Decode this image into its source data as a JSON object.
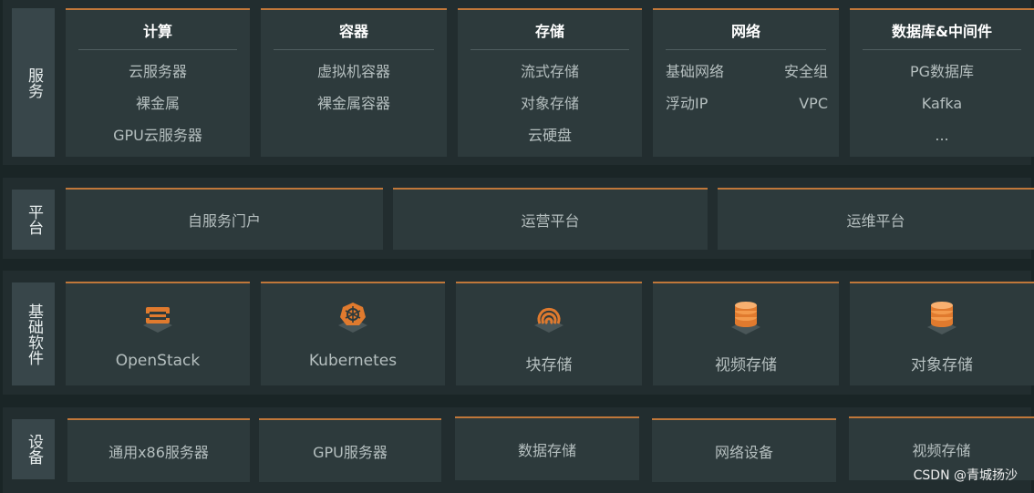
{
  "services": {
    "label": "服务",
    "columns": [
      {
        "title": "计算",
        "items": [
          "云服务器",
          "裸金属",
          "GPU云服务器"
        ]
      },
      {
        "title": "容器",
        "items": [
          "虚拟机容器",
          "裸金属容器"
        ]
      },
      {
        "title": "存储",
        "items": [
          "流式存储",
          "对象存储",
          "云硬盘"
        ]
      },
      {
        "title": "网络",
        "items": [
          "基础网络",
          "安全组",
          "浮动IP",
          "VPC"
        ]
      },
      {
        "title": "数据库&中间件",
        "items": [
          "PG数据库",
          "Kafka",
          "..."
        ]
      }
    ]
  },
  "platform": {
    "label": "平台",
    "items": [
      "自服务门户",
      "运营平台",
      "运维平台"
    ]
  },
  "software": {
    "label": "基础软件",
    "items": [
      {
        "label": "OpenStack",
        "icon": "openstack-icon"
      },
      {
        "label": "Kubernetes",
        "icon": "kubernetes-icon"
      },
      {
        "label": "块存储",
        "icon": "ceph-icon"
      },
      {
        "label": "视频存储",
        "icon": "database-stack-icon"
      },
      {
        "label": "对象存储",
        "icon": "database-stack-icon"
      }
    ]
  },
  "hardware": {
    "label": "设备",
    "items": [
      "通用x86服务器",
      "GPU服务器",
      "数据存储",
      "网络设备",
      "视频存储"
    ]
  },
  "watermark": "CSDN @青城扬沙",
  "colors": {
    "accent": "#c0773a",
    "card": "#2d3a3c",
    "side": "#38464a"
  }
}
